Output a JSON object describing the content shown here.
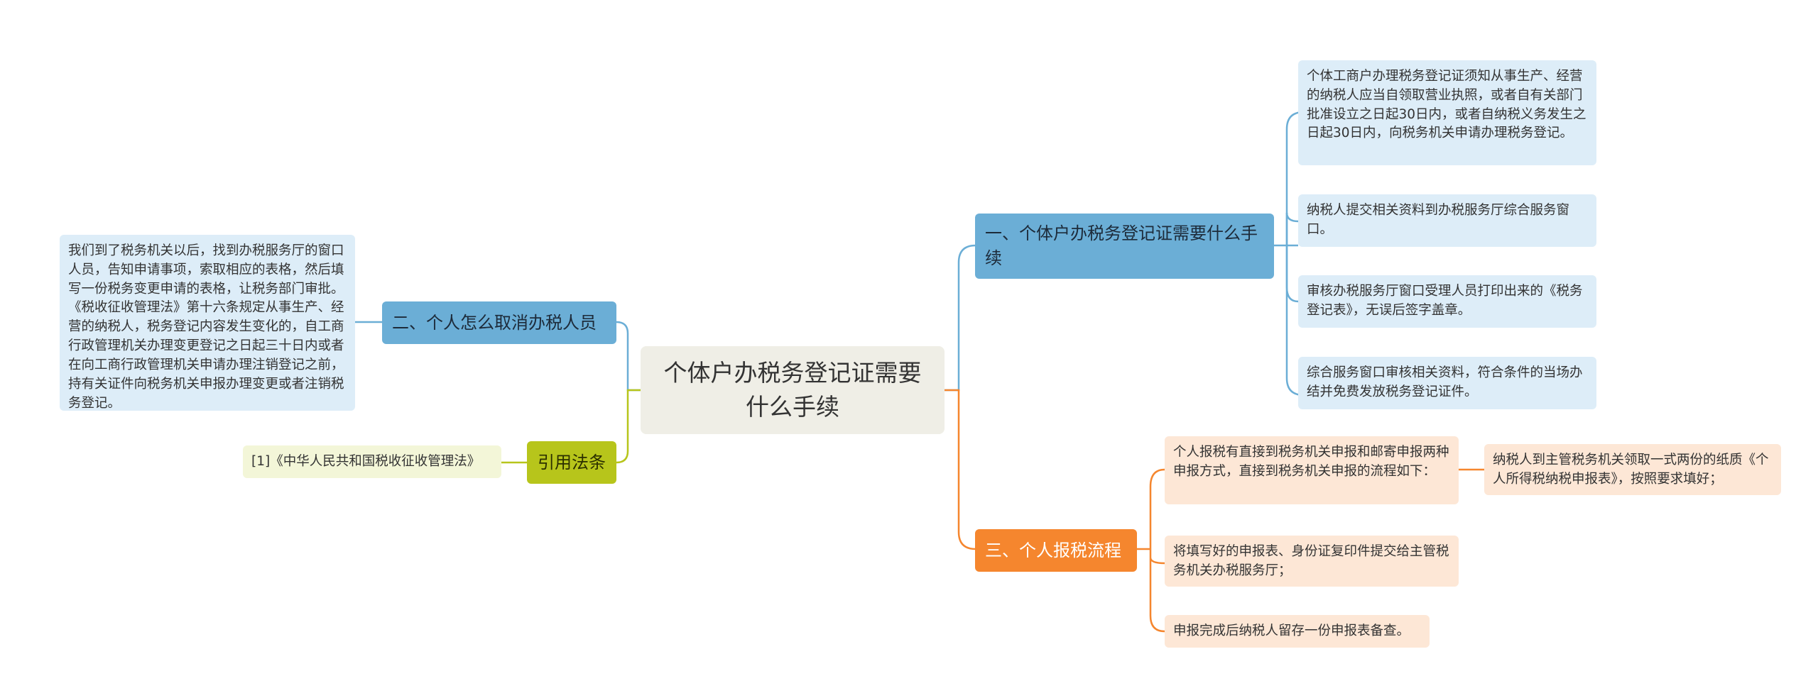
{
  "diagram": {
    "root": "个体户办税务登记证需要什么手续",
    "branch1": {
      "title": "一、个体户办税务登记证需要什么手续",
      "items": [
        "个体工商户办理税务登记证须知从事生产、经营的纳税人应当自领取营业执照，或者自有关部门批准设立之日起30日内，或者自纳税义务发生之日起30日内，向税务机关申请办理税务登记。",
        "纳税人提交相关资料到办税服务厅综合服务窗口。",
        "审核办税服务厅窗口受理人员打印出来的《税务登记表》，无误后签字盖章。",
        "综合服务窗口审核相关资料，符合条件的当场办结并免费发放税务登记证件。"
      ]
    },
    "branch2": {
      "title": "二、个人怎么取消办税人员",
      "items": [
        "我们到了税务机关以后，找到办税服务厅的窗口人员，告知申请事项，索取相应的表格，然后填写一份税务变更申请的表格，让税务部门审批。《税收征收管理法》第十六条规定从事生产、经营的纳税人，税务登记内容发生变化的，自工商行政管理机关办理变更登记之日起三十日内或者在向工商行政管理机关申请办理注销登记之前，持有关证件向税务机关申报办理变更或者注销税务登记。"
      ]
    },
    "branch3": {
      "title": "三、个人报税流程",
      "items": [
        "个人报税有直接到税务机关申报和邮寄申报两种申报方式，直接到税务机关申报的流程如下：",
        "将填写好的申报表、身份证复印件提交给主管税务机关办税服务厅；",
        "申报完成后纳税人留存一份申报表备查。"
      ],
      "subitem": "纳税人到主管税务机关领取一式两份的纸质《个人所得税纳税申报表》，按照要求填好；"
    },
    "branch4": {
      "title": "引用法条",
      "items": [
        "[1]《中华人民共和国税收征收管理法》"
      ]
    }
  },
  "colors": {
    "blue": "#6baed6",
    "blue_light": "#ddedf8",
    "orange": "#f5862e",
    "orange_light": "#fde7d6",
    "olive": "#b7c51b",
    "olive_light": "#f3f6d8",
    "root_bg": "#efeee6"
  }
}
